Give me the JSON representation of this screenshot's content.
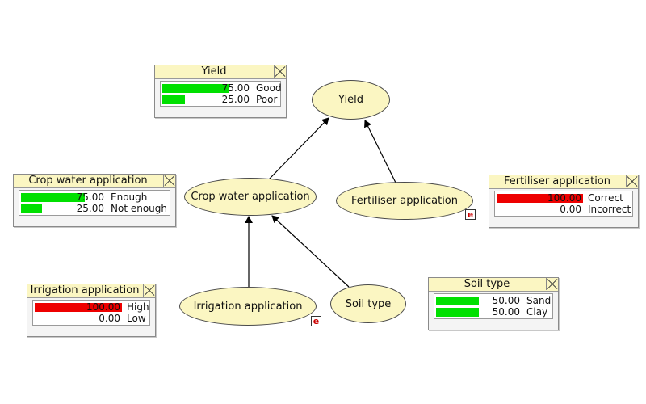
{
  "nodes": {
    "yield": {
      "label": "Yield"
    },
    "crop_water": {
      "label": "Crop water application"
    },
    "fertiliser": {
      "label": "Fertiliser application",
      "evidence": "e"
    },
    "irrigation": {
      "label": "Irrigation application",
      "evidence": "e"
    },
    "soil_type": {
      "label": "Soil type"
    }
  },
  "monitors": {
    "yield": {
      "title": "Yield",
      "states": [
        {
          "value": "75.00",
          "label": "Good",
          "fraction": 0.75
        },
        {
          "value": "25.00",
          "label": "Poor",
          "fraction": 0.25
        }
      ]
    },
    "crop_water": {
      "title": "Crop water application",
      "states": [
        {
          "value": "75.00",
          "label": "Enough",
          "fraction": 0.75
        },
        {
          "value": "25.00",
          "label": "Not enough",
          "fraction": 0.25
        }
      ]
    },
    "fertiliser": {
      "title": "Fertiliser application",
      "states": [
        {
          "value": "100.00",
          "label": "Correct",
          "fraction": 1.0
        },
        {
          "value": "0.00",
          "label": "Incorrect",
          "fraction": 0.0
        }
      ]
    },
    "irrigation": {
      "title": "Irrigation application",
      "states": [
        {
          "value": "100.00",
          "label": "High",
          "fraction": 1.0
        },
        {
          "value": "0.00",
          "label": "Low",
          "fraction": 0.0
        }
      ]
    },
    "soil_type": {
      "title": "Soil type",
      "states": [
        {
          "value": "50.00",
          "label": "Sand",
          "fraction": 0.5
        },
        {
          "value": "50.00",
          "label": "Clay",
          "fraction": 0.5
        }
      ]
    }
  },
  "colors": {
    "node_fill": "#fbf6c2",
    "bar_default": "#00e000",
    "bar_evidence": "#ee0000",
    "edge": "#000000"
  }
}
